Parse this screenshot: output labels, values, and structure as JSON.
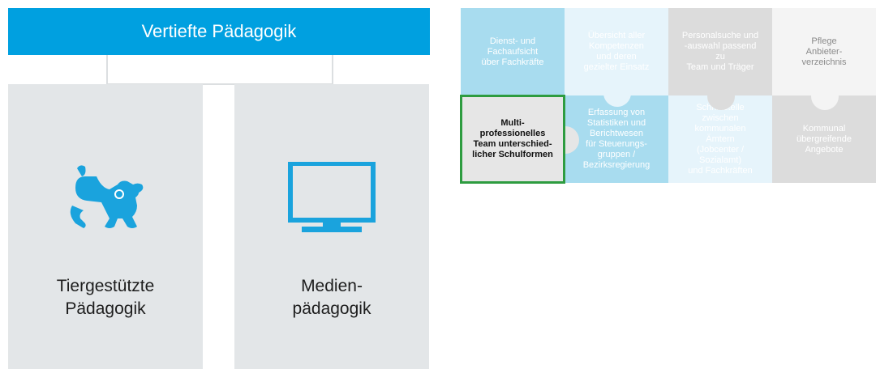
{
  "header": {
    "title": "Vertiefte Pädagogik"
  },
  "cards": [
    {
      "label_lines": [
        "Tiergestützte",
        "Pädagogik"
      ],
      "icon": "dog-icon"
    },
    {
      "label_lines": [
        "Medien-",
        "pädagogik"
      ],
      "icon": "monitor-icon"
    }
  ],
  "puzzle": {
    "cells": [
      {
        "text": "Dienst- und\nFachaufsicht\nüber Fachkräfte",
        "bg": "#a8dcef",
        "color": "#ffffff"
      },
      {
        "text": "Übersicht aller\nKompetenzen\nund deren\ngezielter Einsatz",
        "bg": "#e6f4fb",
        "color": "#ffffff"
      },
      {
        "text": "Personalsuche und\n-auswahl passend zu\nTeam und Träger",
        "bg": "#dcdcdc",
        "color": "#ffffff"
      },
      {
        "text": "Pflege\nAnbieter-\nverzeichnis",
        "bg": "#f4f4f4",
        "color": "#8a8a8a"
      },
      {
        "text": "Multi-professionelles\nTeam unterschied-\nlicher Schulformen",
        "bg": "#e6e6e6",
        "color": "#111111",
        "highlight": true
      },
      {
        "text": "Erfassung von\nStatistiken und\nBerichtwesen\nfür Steuerungs-\ngruppen /\nBezirksregierung",
        "bg": "#a8dcef",
        "color": "#ffffff"
      },
      {
        "text": "Schnittstelle zwischen\nkommunalen Ämtern\n(Jobcenter / Sozialamt)\nund Fachkräften",
        "bg": "#e6f4fb",
        "color": "#ffffff"
      },
      {
        "text": "Kommunal\nübergreifende\nAngebote",
        "bg": "#dcdcdc",
        "color": "#ffffff"
      }
    ]
  },
  "colors": {
    "accent": "#00a0e0",
    "highlight": "#2e9c40"
  }
}
